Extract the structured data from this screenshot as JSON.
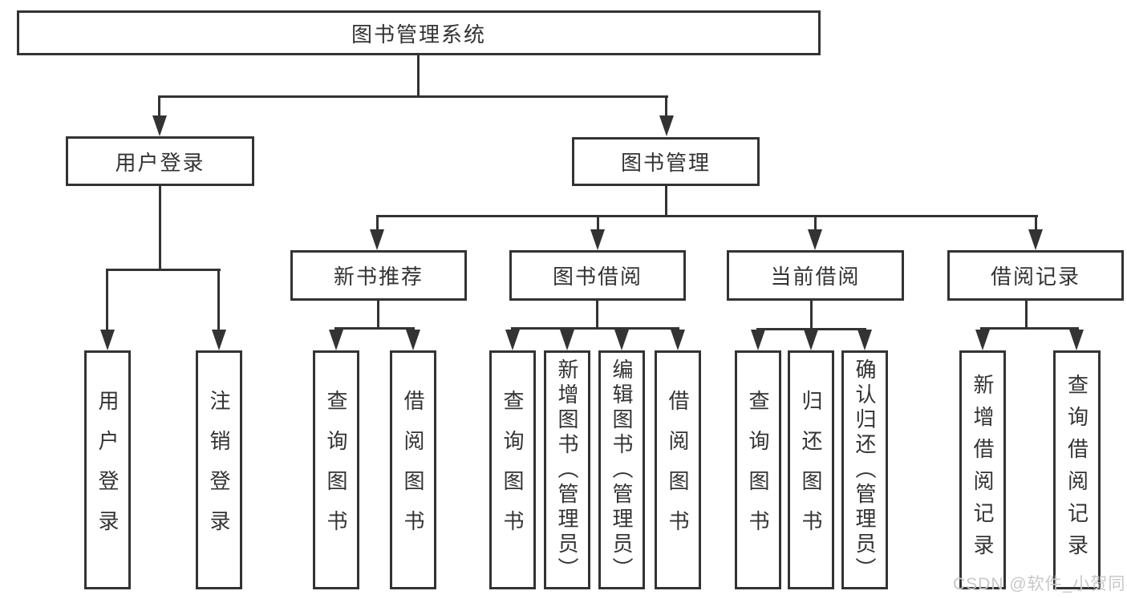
{
  "diagram": {
    "root": {
      "label": "图书管理系统"
    },
    "branches": [
      {
        "label": "用户登录",
        "children": [
          {
            "label": "用户登录"
          },
          {
            "label": "注销登录"
          }
        ]
      },
      {
        "label": "图书管理",
        "children": [
          {
            "label": "新书推荐",
            "children": [
              {
                "label": "查询图书"
              },
              {
                "label": "借阅图书"
              }
            ]
          },
          {
            "label": "图书借阅",
            "children": [
              {
                "label": "查询图书"
              },
              {
                "label": "新增图书（管理员）"
              },
              {
                "label": "编辑图书（管理员）"
              },
              {
                "label": "借阅图书"
              }
            ]
          },
          {
            "label": "当前借阅",
            "children": [
              {
                "label": "查询图书"
              },
              {
                "label": "归还图书"
              },
              {
                "label": "确认归还（管理员）"
              }
            ]
          },
          {
            "label": "借阅记录",
            "children": [
              {
                "label": "新增借阅记录"
              },
              {
                "label": "查询借阅记录"
              }
            ]
          }
        ]
      }
    ]
  },
  "watermark": {
    "text": "CSDN @软件_小贺同学"
  },
  "colors": {
    "line": "#333333",
    "box_background": "#ffffff",
    "text": "#333333",
    "watermark": "#c8c8c8"
  }
}
